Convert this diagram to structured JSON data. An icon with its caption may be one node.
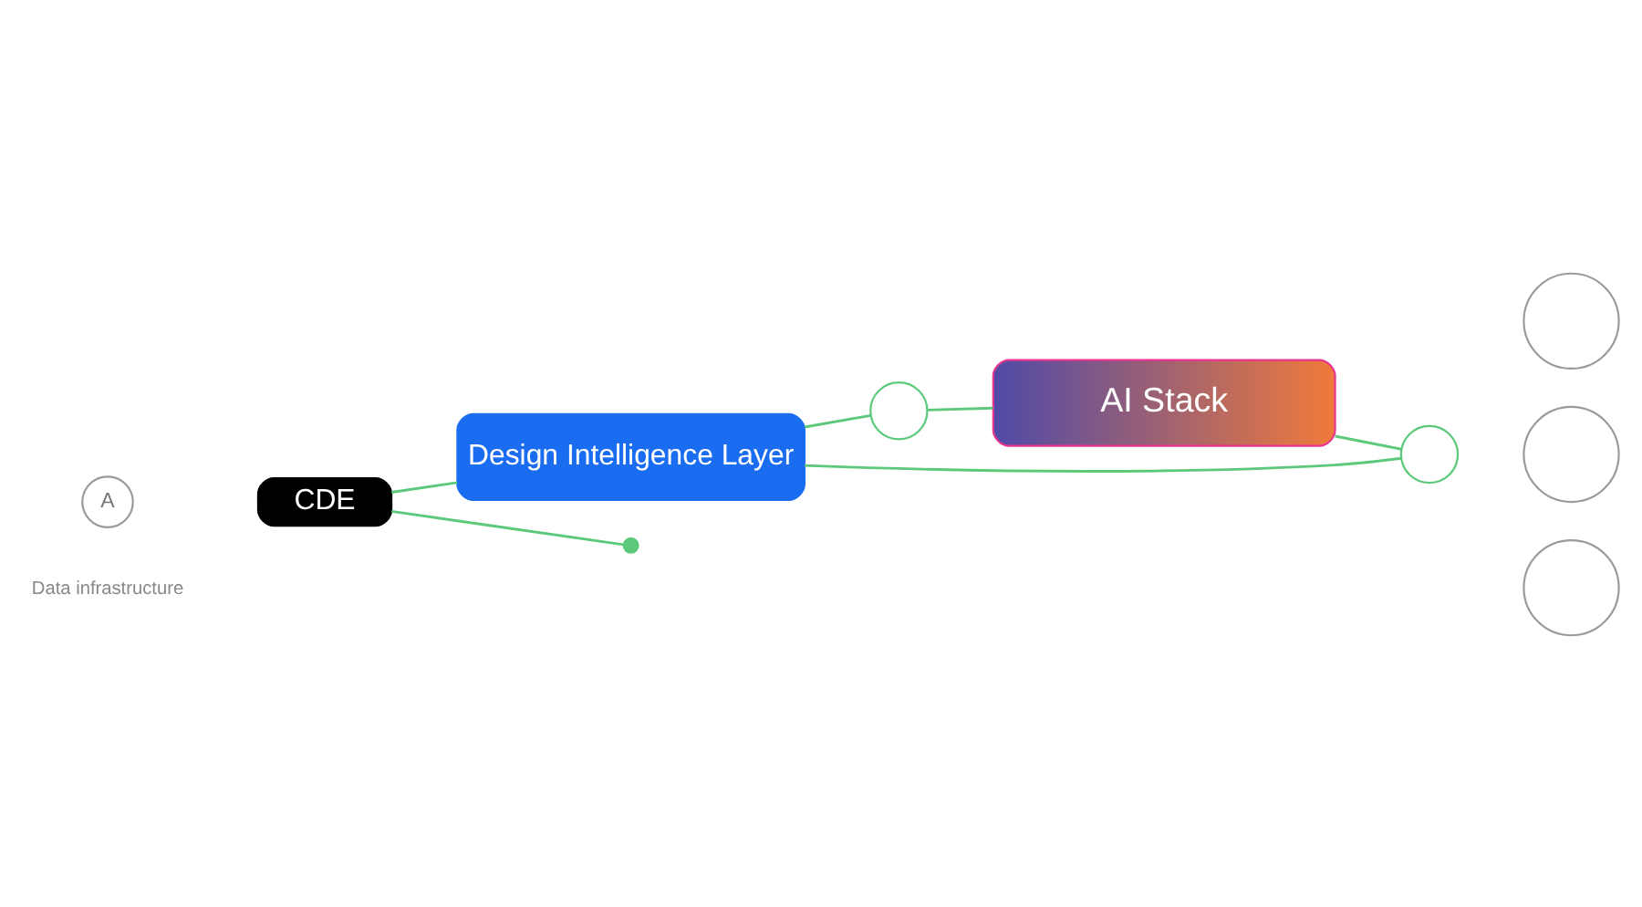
{
  "diagram": {
    "nodes": [
      {
        "text": [
          "A"
        ]
      },
      {
        "text": [
          "AI Stack"
        ]
      },
      {
        "text": [
          "Design Intelligence Layer"
        ]
      },
      {
        "text": [
          "CDE"
        ]
      },
      {
        "text": [],
        "shape": "circle"
      },
      {
        "text": [],
        "shape": "circle"
      },
      {
        "text": [],
        "shape": "circle"
      },
      {
        "text": [],
        "shape": "circle"
      },
      {
        "text": [],
        "shape": "circle"
      },
      {
        "text": [],
        "shape": "circle"
      }
    ],
    "edges": [
      {
        "from": 3,
        "to": 4,
        "arrow": "none"
      },
      {
        "from": 3,
        "to": 2,
        "arrow": "none"
      },
      {
        "from": 2,
        "to": 5,
        "arrow": "none"
      },
      {
        "from": 5,
        "to": 1,
        "arrow": "none"
      },
      {
        "from": 1,
        "to": 6,
        "arrow": "none"
      },
      {
        "from": 2,
        "to": 6,
        "arrow": "none"
      }
    ],
    "labels": [
      "Data infrastructure"
    ]
  }
}
